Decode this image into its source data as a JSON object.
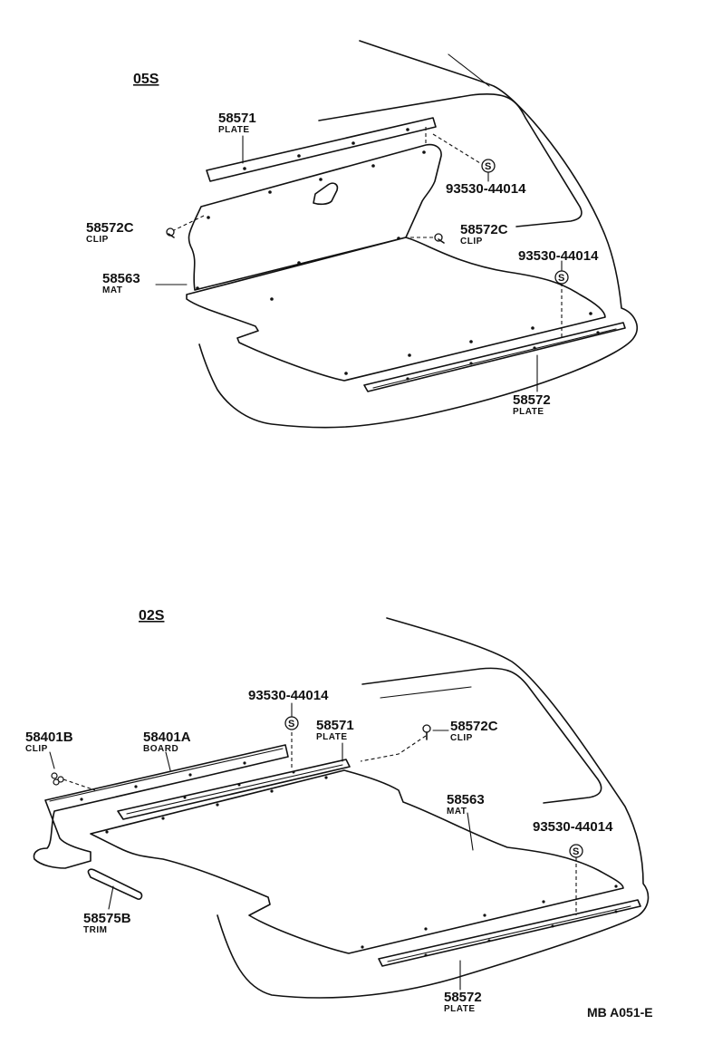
{
  "sections": {
    "top": {
      "title": "05S",
      "plate_upper": {
        "number": "58571",
        "name": "PLATE"
      },
      "bolt_upper": {
        "symbol": "S",
        "number": "93530-44014"
      },
      "clip_left": {
        "number": "58572C",
        "name": "CLIP"
      },
      "clip_right": {
        "number": "58572C",
        "name": "CLIP"
      },
      "bolt_lower": {
        "symbol": "S",
        "number": "93530-44014"
      },
      "mat": {
        "number": "58563",
        "name": "MAT"
      },
      "plate_lower": {
        "number": "58572",
        "name": "PLATE"
      }
    },
    "bottom": {
      "title": "02S",
      "bolt_upper": {
        "symbol": "S",
        "number": "93530-44014"
      },
      "clip_left": {
        "number": "58401B",
        "name": "CLIP"
      },
      "board": {
        "number": "58401A",
        "name": "BOARD"
      },
      "plate_upper": {
        "number": "58571",
        "name": "PLATE"
      },
      "clip_right": {
        "number": "58572C",
        "name": "CLIP"
      },
      "mat": {
        "number": "58563",
        "name": "MAT"
      },
      "bolt_lower": {
        "symbol": "S",
        "number": "93530-44014"
      },
      "trim": {
        "number": "58575B",
        "name": "TRIM"
      },
      "plate_lower": {
        "number": "58572",
        "name": "PLATE"
      }
    }
  },
  "figure_ref": "MB A051-E"
}
